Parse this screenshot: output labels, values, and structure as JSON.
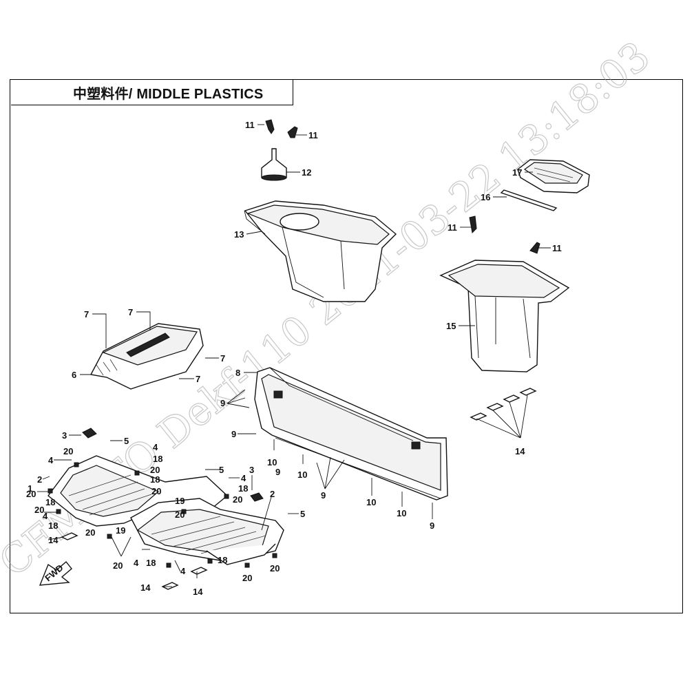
{
  "header": {
    "title": "中塑料件/ MIDDLE PLASTICS"
  },
  "watermark": {
    "text": "CFMOTO Dekf-110 2021-03-22 13:18:03"
  },
  "callouts": {
    "c11a": "11",
    "c11b": "11",
    "c12": "12",
    "c13": "13",
    "c17": "17",
    "c16": "16",
    "c11c": "11",
    "c11d": "11",
    "c15": "15",
    "c7a": "7",
    "c7b": "7",
    "c7c": "7",
    "c7d": "7",
    "c6": "6",
    "c8": "8",
    "c9a": "9",
    "c9b": "9",
    "c10a": "10",
    "c9c": "9",
    "c10b": "10",
    "c9d": "9",
    "c10c": "10",
    "c10d": "10",
    "c9e": "9",
    "c14a": "14",
    "c3a": "3",
    "c5a": "5",
    "c20a": "20",
    "c4a": "4",
    "c18a": "18",
    "c20b": "20",
    "c2a": "2",
    "c1": "1",
    "c20c": "20",
    "c18b": "18",
    "c20d": "20",
    "c4b": "4",
    "c18c": "18",
    "c20e": "20",
    "c14b": "14",
    "c5b": "5",
    "c4c": "4",
    "c18d": "18",
    "c20f": "20",
    "c3b": "3",
    "c2b": "2",
    "c19a": "19",
    "c20g": "20",
    "c19b": "19",
    "c20h": "20",
    "c5c": "5",
    "c4d": "4",
    "c18e": "18",
    "c4e": "4",
    "c18f": "18",
    "c20i": "20",
    "c20j": "20",
    "c14c": "14",
    "c14d": "14"
  },
  "fwd_label": "FWD"
}
